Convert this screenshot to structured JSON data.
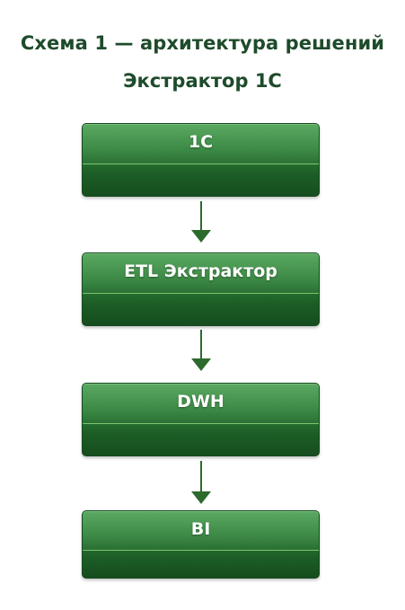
{
  "title": "Схема 1 — архитектура решений",
  "subtitle": "Экстрактор 1С",
  "nodes": [
    {
      "label": "1С"
    },
    {
      "label": "ETL Экстрактор"
    },
    {
      "label": "DWH"
    },
    {
      "label": "BI"
    }
  ],
  "colors": {
    "title": "#1e4b2b",
    "node_fill": "#2d7f37",
    "node_divider": "#8fd27a",
    "arrow": "#2c6a2e"
  }
}
